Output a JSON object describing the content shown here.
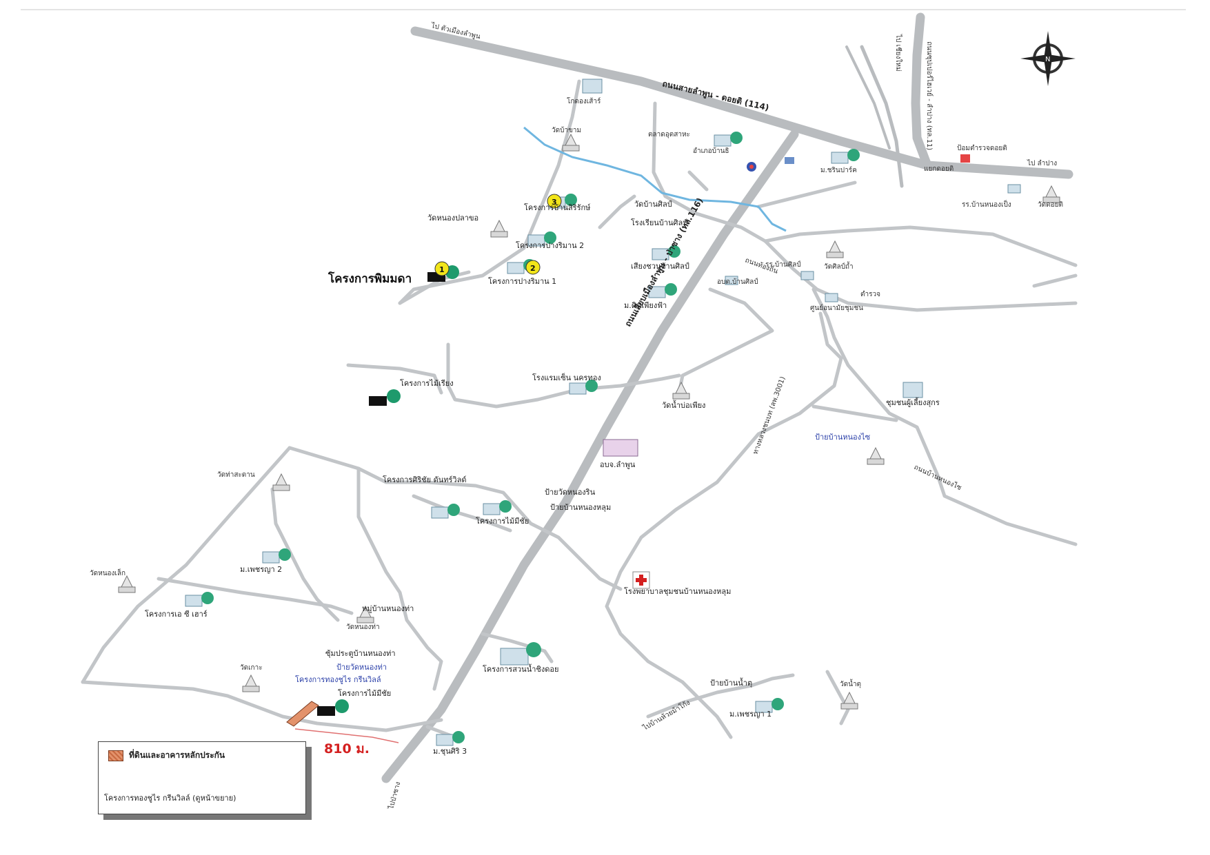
{
  "map": {
    "distance_label": "810 ม.",
    "compass": {
      "letter": "N"
    },
    "roads": {
      "highway_114": "ถนนสายลำพูน - ดอยติ (114)",
      "highway_11": "ถนนซุปเปอร์ไฮเวย์ - ลำปาง (ทล.11)",
      "highway_116": "ถนนเลียบเมืองลำพูน - ป่าซาง (ทล.116)",
      "road_3001": "ทางหลวงชนบท (ลพ.3001)",
      "road_nongjai": "ถนนบ้านหนองไซ",
      "road_local": "ถนนท้องถิ่น"
    },
    "directions": {
      "to_lamphun": "ไป ตัวเมืองลำพูน",
      "to_lampang": "ไป ลำปาง",
      "to_chiangmai": "ไป เชียงใหม่",
      "to_pasang": "ไปป่าซาง",
      "to_bankhong": "ไปบ้านห้วยม้าโก้ง"
    },
    "places": {
      "p_phimmada": "โครงการพิมมดา",
      "p_baan_siriluck": "โครงการบ้านสิริรักษ์",
      "p_pangrimnam2": "โครงการปางริมาน 2",
      "p_pangrimnam1": "โครงการปางริมาน 1",
      "p_wat_nongplaod": "วัดหนองปลาขอ",
      "p_wat_baankham": "วัดบ้าขาม",
      "p_kodownong": "โกดองเส้าร์",
      "p_talad": "ตลาดอุตสาหะ",
      "p_amphoe": "อำเภอบ้านธิ",
      "p_wat_baansilp": "วัดบ้านศิลป์",
      "p_school_baan": "โรงเรียนบ้านศิลป์",
      "p_moo_charin": "ม.ชรินปาร์ค",
      "p_village_sila": "เสียงชวนบ้านศิลป์",
      "p_moo_dinfong": "ม.ดินเพียงฟ้า",
      "p_police": "ตำรวจ",
      "p_sub_district": "อบต.บ้านศิลป์",
      "p_health": "ศูนย์อนามัยชุมชน",
      "p_wat_nongyap": "วัดศิลป์ถ้ำ",
      "p_school_baanlamphun": "รร.บ้านศิลป์",
      "p_tree_ridge": "โครงการไม้เรียง",
      "p_hotel_nonghor": "โรงแรมเซ็น นครทอง",
      "p_wat_nam": "วัดน้ำบ่อเพียง",
      "p_lamphun_hosp": "อบจ.ลำพูน",
      "p_nong_community": "ชุมชนผู้เลี้ยงสุกร",
      "p_bus_nongjai": "ป้ายบ้านหนองไซ",
      "p_wat_tahsada": "วัดท่าสะดาน",
      "p_sirichai": "โครงการศิริชัย ดันทร์วิลด์",
      "p_bus_nongrin": "ป้ายวัดหนองริน",
      "p_bus_nongnoi": "ป้ายบ้านหนองหลุม",
      "p_mai_sichai": "โครงการไม้มีชัย",
      "p_moo_pechaya2": "ม.เพชรญา 2",
      "p_wat_nonglek": "วัดหนองเล็ก",
      "p_nongyai": "หมู่บ้านหนองท่า",
      "p_wat_nongtaw": "วัดหนองท่า",
      "p_baan_siheang": "โครงการเอ ซี เฮาร์",
      "p_hospital": "โรงพยาบาลชุมชนบ้านหนองหลุม",
      "p_gate_nongha": "ซุ้มประตูบ้านหนองท่า",
      "p_bus_wat_nong": "ป้ายวัดหนองท่า",
      "p_thongchurai": "โครงการทองชูไร กรีนวิลล์",
      "p_mai_sichai2": "โครงการไม้มีชัย",
      "p_suan_numnong": "โครงการสวนน้ำชิงดอย",
      "p_wat_ko": "วัดเกาะ",
      "p_bus_nam": "ป้ายบ้านน้ำตุ",
      "p_moo_pechaya1": "ม.เพชรญา 1",
      "p_wat_nam2": "วัดน้ำตุ",
      "p_moo_chun": "ม.ชุนศิริ 3",
      "p_lampang_station": "ป้อมตำรวจดอยติ",
      "p_stair": "แยกดอยติ",
      "p_wat_doi": "วัดดอยติ",
      "p_rr_baan": "รร.บ้านหนองเป็ง"
    },
    "markers": [
      "1",
      "2",
      "3"
    ]
  },
  "legend": {
    "item1": "ที่ดินและอาคารหลักประกัน",
    "item2": "โครงการทองชูไร กรีนวิลล์ (ดูหน้าขยาย)"
  },
  "colors": {
    "road": "#bcbfc2",
    "river": "#6fb6e0",
    "marker": "#f2e51a",
    "distance": "#d42020",
    "plot": "#e3926b"
  }
}
